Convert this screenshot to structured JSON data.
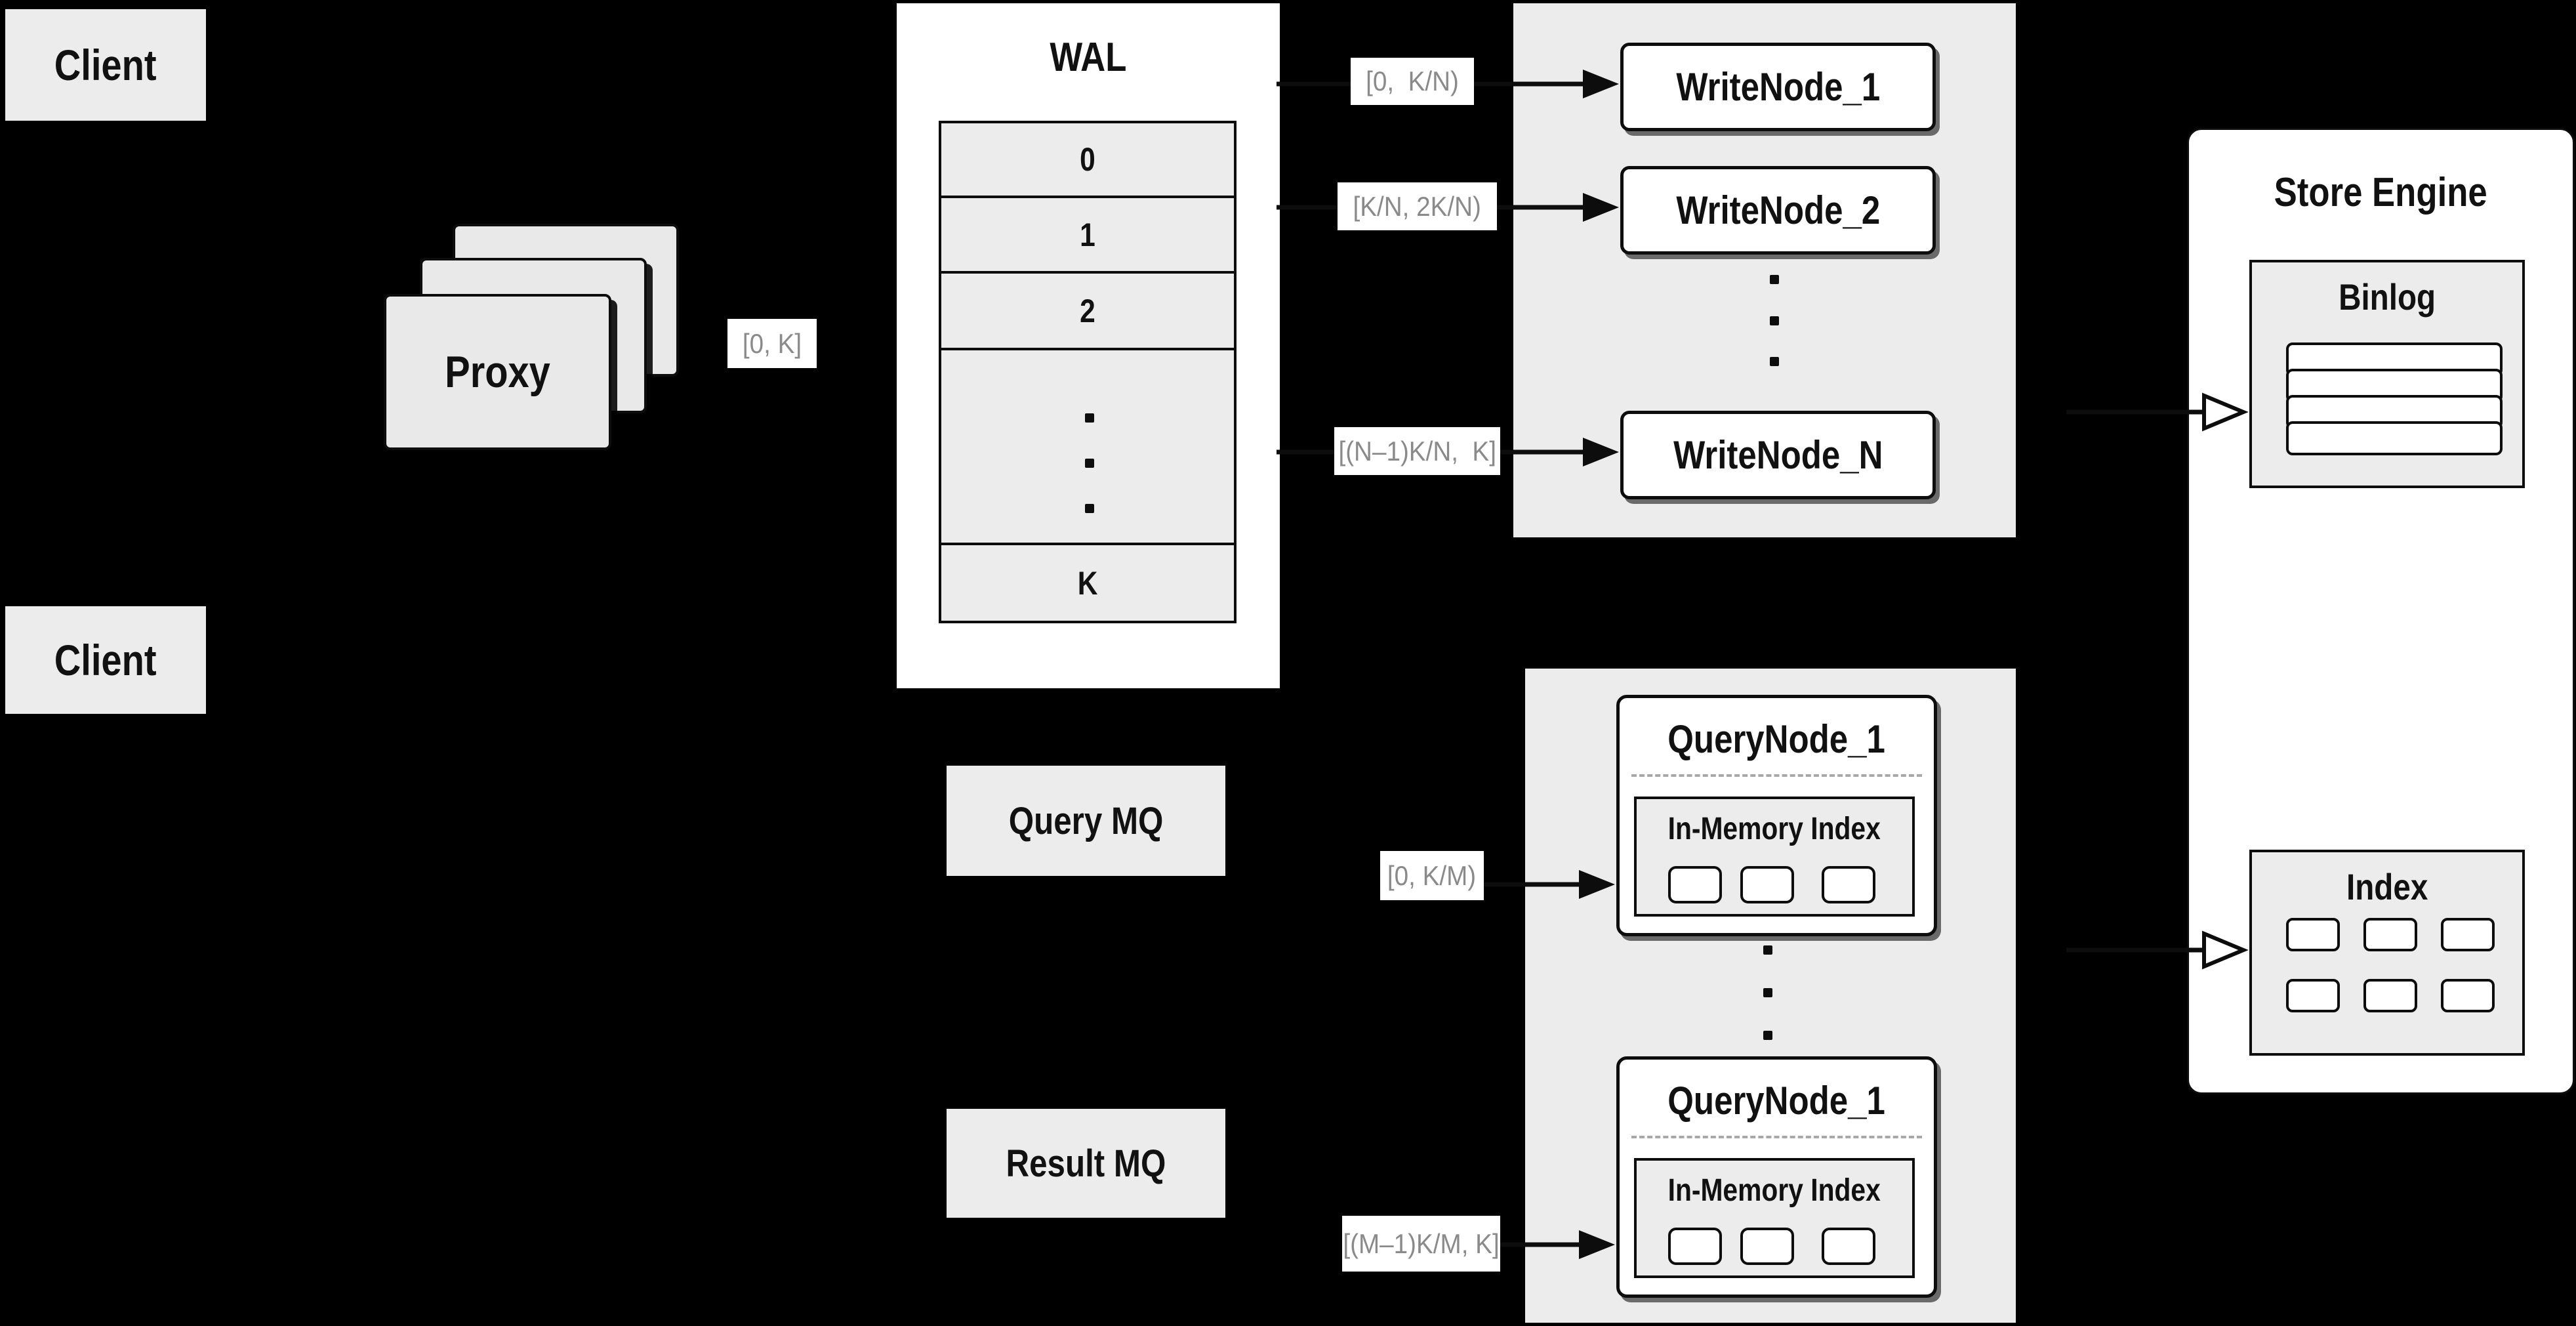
{
  "palette": {
    "background": "#000000",
    "panel_gray": "#ececec",
    "box_white": "#ffffff",
    "border_black": "#0d0d0d",
    "range_label_text": "#8a8a8a",
    "range_label_bg": "#ffffff",
    "dashed_divider": "#a8a8a8"
  },
  "clients": {
    "top_label": "Client",
    "bottom_label": "Client"
  },
  "proxy": {
    "label": "Proxy",
    "range_label": "[0, K]"
  },
  "wal": {
    "title": "WAL",
    "rows": [
      "0",
      "1",
      "2",
      "K"
    ]
  },
  "write_section": {
    "range_labels": [
      "[0,  K/N)",
      "[K/N, 2K/N)",
      "[(N–1)K/N,  K]"
    ],
    "nodes": [
      "WriteNode_1",
      "WriteNode_2",
      "WriteNode_N"
    ]
  },
  "mq": {
    "query_label": "Query MQ",
    "result_label": "Result MQ"
  },
  "query_section": {
    "range_labels": [
      "[0, K/M)",
      "[(M–1)K/M, K]"
    ],
    "nodes": [
      {
        "title": "QueryNode_1",
        "index_title": "In-Memory Index"
      },
      {
        "title": "QueryNode_1",
        "index_title": "In-Memory Index"
      }
    ]
  },
  "store_engine": {
    "title": "Store Engine",
    "binlog_title": "Binlog",
    "index_title": "Index"
  }
}
